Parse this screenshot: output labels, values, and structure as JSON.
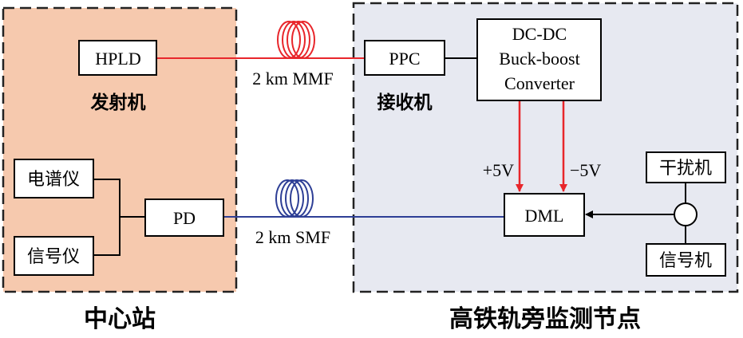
{
  "central_station": {
    "title": "中心站",
    "transmitter_label": "发射机",
    "hpld": "HPLD",
    "pd": "PD",
    "spectrum_analyzer": "电谱仪",
    "signal_instrument": "信号仪"
  },
  "monitoring_node": {
    "title": "高铁轨旁监测节点",
    "receiver_label": "接收机",
    "ppc": "PPC",
    "converter_line1": "DC-DC",
    "converter_line2": "Buck-boost",
    "converter_line3": "Converter",
    "dml": "DML",
    "voltage_positive": "+5V",
    "voltage_negative": "−5V",
    "interferer": "干扰机",
    "signal_generator": "信号机"
  },
  "links": {
    "mmf": "2 km MMF",
    "smf": "2 km SMF"
  },
  "colors": {
    "central_fill": "#f6c9ae",
    "node_fill": "#e7e9f1",
    "mmf_line": "#e8262b",
    "smf_line": "#2e3f96",
    "voltage_arrow": "#e8262b"
  }
}
